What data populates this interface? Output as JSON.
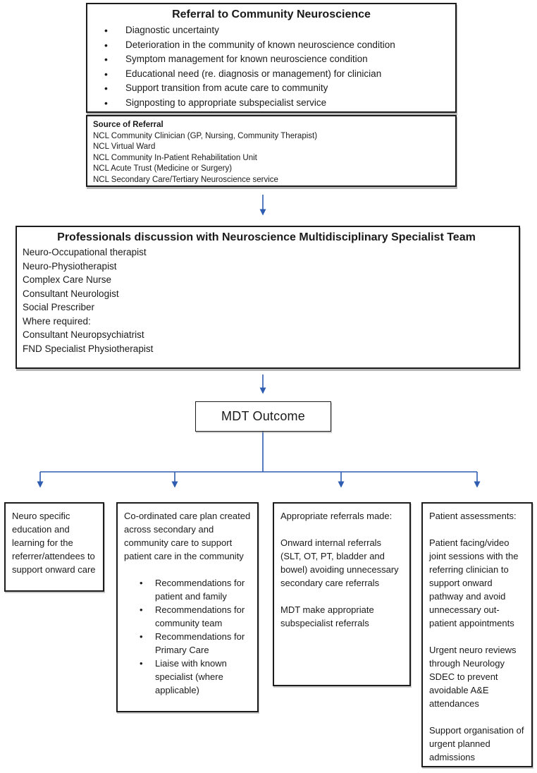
{
  "colors": {
    "arrow_blue": "#2d5cb0",
    "box_border": "#1c1c1c"
  },
  "referral": {
    "title": "Referral to Community Neuroscience",
    "bullets": [
      "Diagnostic uncertainty",
      "Deterioration in the community of known neuroscience condition",
      "Symptom management for known neuroscience condition",
      "Educational need (re. diagnosis or management) for clinician",
      "Support transition from acute care to community",
      "Signposting to appropriate subspecialist service"
    ]
  },
  "source": {
    "title": "Source of Referral",
    "lines": [
      "NCL Community Clinician (GP, Nursing, Community Therapist)",
      "NCL Virtual Ward",
      "NCL Community In-Patient Rehabilitation Unit",
      "NCL Acute Trust (Medicine or Surgery)",
      "NCL Secondary Care/Tertiary Neuroscience service"
    ]
  },
  "professionals": {
    "title": "Professionals discussion with Neuroscience Multidisciplinary Specialist Team",
    "lines": [
      "Neuro-Occupational therapist",
      "Neuro-Physiotherapist",
      "Complex Care Nurse",
      "Consultant Neurologist",
      "Social Prescriber",
      "Where required:",
      "Consultant Neuropsychiatrist",
      "FND Specialist Physiotherapist"
    ]
  },
  "mdt": {
    "label": "MDT Outcome"
  },
  "outcomes": {
    "education": {
      "text": "Neuro specific education and learning for the referrer/attendees to support onward care"
    },
    "care_plan": {
      "intro": "Co-ordinated care plan created across secondary and community care to support patient care in the community",
      "bullets": [
        "Recommendations for patient and family",
        "Recommendations for community team",
        "Recommendations for Primary Care",
        "Liaise with known specialist (where applicable)"
      ]
    },
    "referrals": {
      "paragraphs": [
        "Appropriate referrals made:",
        "Onward internal referrals (SLT, OT, PT, bladder and bowel) avoiding unnecessary secondary care referrals",
        "MDT make appropriate subspecialist referrals"
      ]
    },
    "assessments": {
      "paragraphs": [
        "Patient assessments:",
        "Patient facing/video joint sessions with the referring clinician to support onward pathway and avoid unnecessary out-patient appointments",
        "Urgent neuro reviews through Neurology SDEC to prevent avoidable A&E attendances",
        "Support organisation of urgent planned admissions"
      ]
    }
  }
}
